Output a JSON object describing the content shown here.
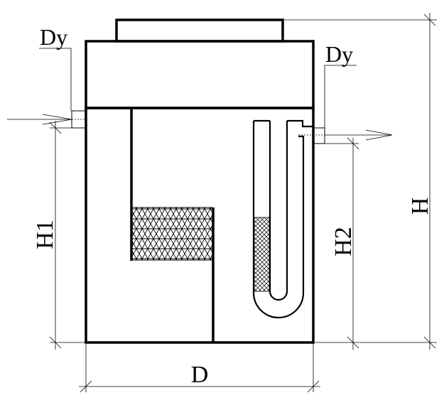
{
  "diagram": {
    "labels": {
      "inlet_size": "Dy",
      "outlet_size": "Dy",
      "total_height": "H",
      "inlet_height": "H1",
      "outlet_height": "H2",
      "diameter": "D"
    },
    "colors": {
      "line": "#000000",
      "background": "#ffffff"
    }
  }
}
